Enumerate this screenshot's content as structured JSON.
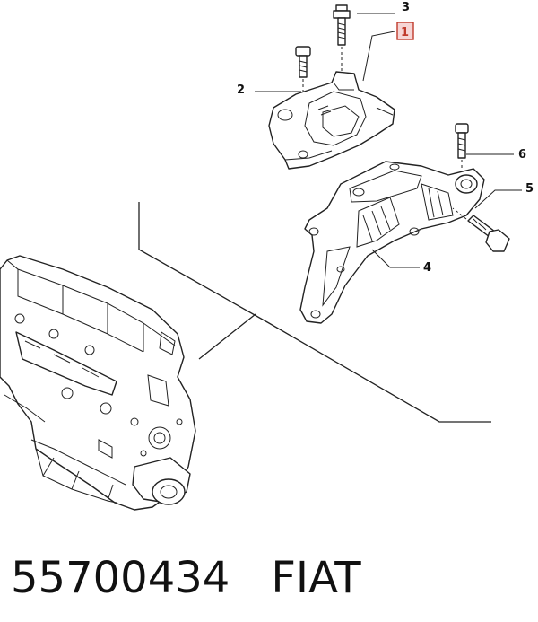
{
  "callouts": [
    {
      "id": "1",
      "label": "1",
      "boxed": true
    },
    {
      "id": "2",
      "label": "2",
      "boxed": false
    },
    {
      "id": "3",
      "label": "3",
      "boxed": false
    },
    {
      "id": "4",
      "label": "4",
      "boxed": false
    },
    {
      "id": "5",
      "label": "5",
      "boxed": false
    },
    {
      "id": "6",
      "label": "6",
      "boxed": false
    }
  ],
  "caption": {
    "part_number": "55700434",
    "brand": "FIAT"
  },
  "colors": {
    "line": "#222222",
    "highlight_box_border": "#c0392b",
    "highlight_box_fill": "#f6d5d5"
  }
}
